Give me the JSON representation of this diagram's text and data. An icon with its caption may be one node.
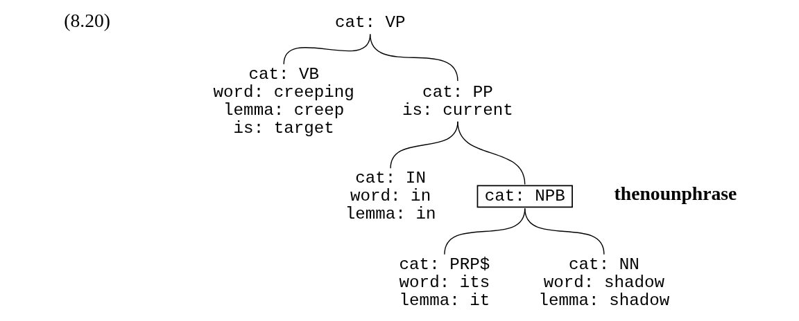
{
  "diagram": {
    "nodes": [
      {
        "text": [
          "cat: VP"
        ]
      },
      {
        "text": [
          "cat: VB",
          "word: creeping",
          "lemma: creep",
          "is: target"
        ]
      },
      {
        "text": [
          "cat: PP",
          "is: current"
        ]
      },
      {
        "text": [
          "cat: IN",
          "word: in",
          "lemma: in"
        ]
      },
      {
        "text": [
          "cat: NPB"
        ],
        "beside": [
          "thenounphrase"
        ]
      },
      {
        "text": [
          "cat: PRP$",
          "word: its",
          "lemma: it"
        ]
      },
      {
        "text": [
          "cat: NN",
          "word: shadow",
          "lemma: shadow"
        ]
      }
    ],
    "edges": [
      {
        "from": 0,
        "to": 1,
        "arrow": "none"
      },
      {
        "from": 0,
        "to": 2,
        "arrow": "none"
      },
      {
        "from": 2,
        "to": 3,
        "arrow": "none"
      },
      {
        "from": 2,
        "to": 4,
        "arrow": "none"
      },
      {
        "from": 4,
        "to": 5,
        "arrow": "none"
      },
      {
        "from": 4,
        "to": 6,
        "arrow": "none"
      }
    ],
    "labels": [
      "(8.20)"
    ]
  }
}
